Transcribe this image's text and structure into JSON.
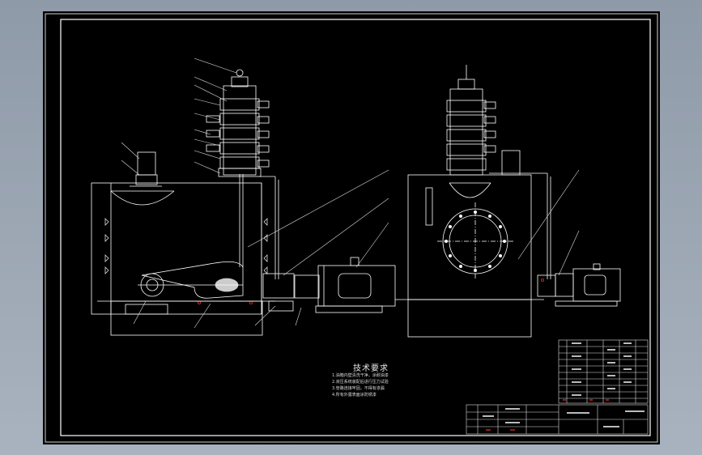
{
  "drawing": {
    "technical_requirements_title": "技术要求",
    "requirements": [
      "1.油箱内壁清洗干净，涂耐油漆",
      "2.液压系统装配后进行压力试验",
      "3.管路连接牢固，不得有渗漏",
      "4.所有外露表面涂防锈漆"
    ],
    "colors": {
      "background": "#000000",
      "lines": "#ffffff",
      "marks": "#ff2a2a",
      "frame_outer": "#8f9aa8"
    }
  }
}
